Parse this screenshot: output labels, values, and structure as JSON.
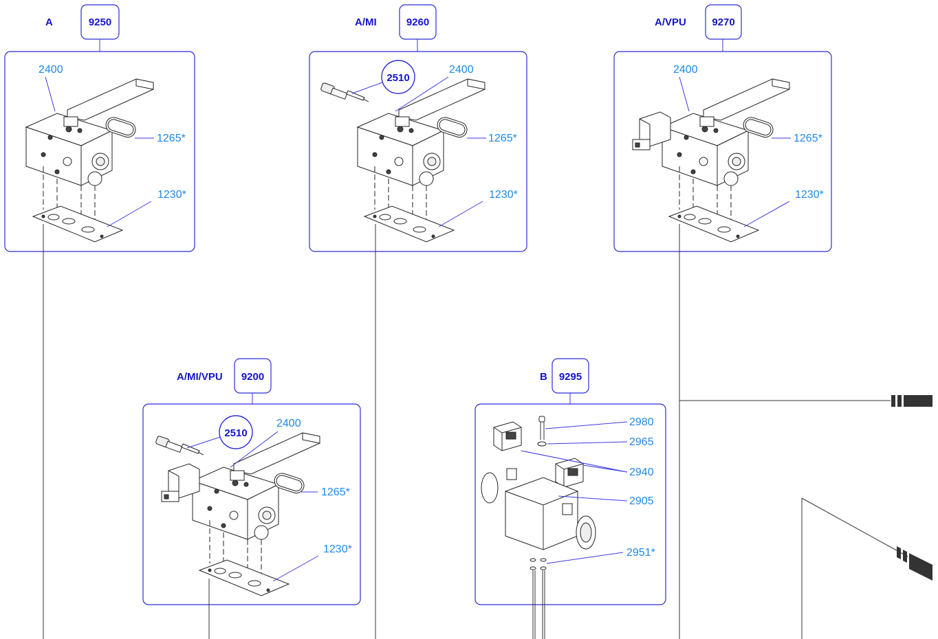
{
  "colors": {
    "frame": "#2b2bd6",
    "part_number": "#1e88e5",
    "kit_label": "#1414c8",
    "line": "#333333"
  },
  "assemblies": {
    "a9250": {
      "variant": "A",
      "kit": "9250",
      "parts": {
        "p2400": "2400",
        "p1265": "1265*",
        "p1230": "1230*"
      }
    },
    "a9260": {
      "variant": "A/MI",
      "kit": "9260",
      "parts": {
        "p2510": "2510",
        "p2400": "2400",
        "p1265": "1265*",
        "p1230": "1230*"
      }
    },
    "a9270": {
      "variant": "A/VPU",
      "kit": "9270",
      "parts": {
        "p2400": "2400",
        "p1265": "1265*",
        "p1230": "1230*"
      }
    },
    "a9200": {
      "variant": "A/MI/VPU",
      "kit": "9200",
      "parts": {
        "p2510": "2510",
        "p2400": "2400",
        "p1265": "1265*",
        "p1230": "1230*"
      }
    },
    "a9295": {
      "variant": "B",
      "kit": "9295",
      "parts": {
        "p2980": "2980",
        "p2965": "2965",
        "p2940": "2940",
        "p2905": "2905",
        "p2951": "2951*"
      }
    }
  }
}
